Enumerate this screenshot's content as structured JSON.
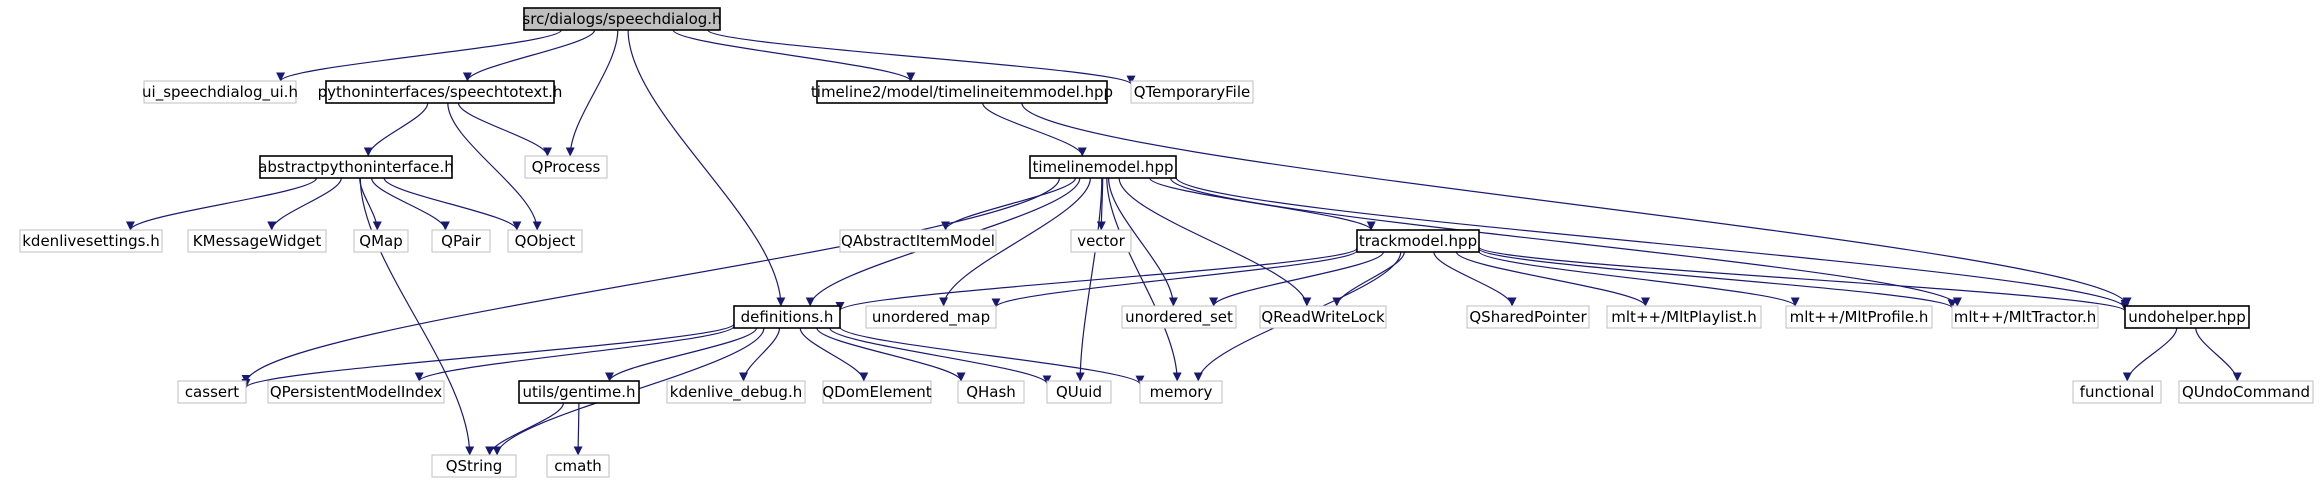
{
  "graph": {
    "colors": {
      "edge": "#191970",
      "root_fill": "#bfbfbf",
      "node_border": "#000000",
      "external_border": "#bfbfbf",
      "text": "#000000",
      "background": "#ffffff"
    },
    "nodes": [
      {
        "id": "speechdialog",
        "label": "src/dialogs/speechdialog.h",
        "kind": "root"
      },
      {
        "id": "ui_speechdialog",
        "label": "ui_speechdialog_ui.h",
        "kind": "external"
      },
      {
        "id": "speechtotext",
        "label": "pythoninterfaces/speechtotext.h",
        "kind": "internal"
      },
      {
        "id": "timelineitemmodel",
        "label": "timeline2/model/timelineitemmodel.hpp",
        "kind": "internal"
      },
      {
        "id": "qtemporaryfile",
        "label": "QTemporaryFile",
        "kind": "external"
      },
      {
        "id": "abstractpython",
        "label": "abstractpythoninterface.h",
        "kind": "internal"
      },
      {
        "id": "qprocess",
        "label": "QProcess",
        "kind": "external"
      },
      {
        "id": "timelinemodel",
        "label": "timelinemodel.hpp",
        "kind": "internal"
      },
      {
        "id": "kdenlivesettings",
        "label": "kdenlivesettings.h",
        "kind": "external"
      },
      {
        "id": "kmessagewidget",
        "label": "KMessageWidget",
        "kind": "external"
      },
      {
        "id": "qmap",
        "label": "QMap",
        "kind": "external"
      },
      {
        "id": "qpair",
        "label": "QPair",
        "kind": "external"
      },
      {
        "id": "qobject",
        "label": "QObject",
        "kind": "external"
      },
      {
        "id": "qabstractitemmodel",
        "label": "QAbstractItemModel",
        "kind": "external"
      },
      {
        "id": "vector",
        "label": "vector",
        "kind": "external"
      },
      {
        "id": "trackmodel",
        "label": "trackmodel.hpp",
        "kind": "internal"
      },
      {
        "id": "definitions",
        "label": "definitions.h",
        "kind": "internal"
      },
      {
        "id": "unordered_map",
        "label": "unordered_map",
        "kind": "external"
      },
      {
        "id": "unordered_set",
        "label": "unordered_set",
        "kind": "external"
      },
      {
        "id": "qreadwritelock",
        "label": "QReadWriteLock",
        "kind": "external"
      },
      {
        "id": "qsharedpointer",
        "label": "QSharedPointer",
        "kind": "external"
      },
      {
        "id": "mltplaylist",
        "label": "mlt++/MltPlaylist.h",
        "kind": "external"
      },
      {
        "id": "mltprofile",
        "label": "mlt++/MltProfile.h",
        "kind": "external"
      },
      {
        "id": "mlttractor",
        "label": "mlt++/MltTractor.h",
        "kind": "external"
      },
      {
        "id": "undohelper",
        "label": "undohelper.hpp",
        "kind": "internal"
      },
      {
        "id": "cassert",
        "label": "cassert",
        "kind": "external"
      },
      {
        "id": "qpersistentmodelindex",
        "label": "QPersistentModelIndex",
        "kind": "external"
      },
      {
        "id": "gentime",
        "label": "utils/gentime.h",
        "kind": "internal"
      },
      {
        "id": "kdenlive_debug",
        "label": "kdenlive_debug.h",
        "kind": "external"
      },
      {
        "id": "qdomelement",
        "label": "QDomElement",
        "kind": "external"
      },
      {
        "id": "qhash",
        "label": "QHash",
        "kind": "external"
      },
      {
        "id": "quuid",
        "label": "QUuid",
        "kind": "external"
      },
      {
        "id": "memory",
        "label": "memory",
        "kind": "external"
      },
      {
        "id": "functional",
        "label": "functional",
        "kind": "external"
      },
      {
        "id": "qundocommand",
        "label": "QUndoCommand",
        "kind": "external"
      },
      {
        "id": "qstring",
        "label": "QString",
        "kind": "external"
      },
      {
        "id": "cmath",
        "label": "cmath",
        "kind": "external"
      }
    ],
    "edges": [
      [
        "speechdialog",
        "ui_speechdialog"
      ],
      [
        "speechdialog",
        "speechtotext"
      ],
      [
        "speechdialog",
        "qprocess"
      ],
      [
        "speechdialog",
        "definitions"
      ],
      [
        "speechdialog",
        "timelineitemmodel"
      ],
      [
        "speechdialog",
        "qtemporaryfile"
      ],
      [
        "speechtotext",
        "abstractpython"
      ],
      [
        "speechtotext",
        "qprocess"
      ],
      [
        "speechtotext",
        "qobject"
      ],
      [
        "abstractpython",
        "kdenlivesettings"
      ],
      [
        "abstractpython",
        "kmessagewidget"
      ],
      [
        "abstractpython",
        "qmap"
      ],
      [
        "abstractpython",
        "qpair"
      ],
      [
        "abstractpython",
        "qobject"
      ],
      [
        "abstractpython",
        "qstring"
      ],
      [
        "timelineitemmodel",
        "timelinemodel"
      ],
      [
        "timelineitemmodel",
        "undohelper"
      ],
      [
        "timelinemodel",
        "definitions"
      ],
      [
        "timelinemodel",
        "cassert"
      ],
      [
        "timelinemodel",
        "unordered_map"
      ],
      [
        "timelinemodel",
        "qabstractitemmodel"
      ],
      [
        "timelinemodel",
        "vector"
      ],
      [
        "timelinemodel",
        "quuid"
      ],
      [
        "timelinemodel",
        "memory"
      ],
      [
        "timelinemodel",
        "unordered_set"
      ],
      [
        "timelinemodel",
        "qreadwritelock"
      ],
      [
        "timelinemodel",
        "trackmodel"
      ],
      [
        "timelinemodel",
        "mlttractor"
      ],
      [
        "timelinemodel",
        "undohelper"
      ],
      [
        "trackmodel",
        "definitions"
      ],
      [
        "trackmodel",
        "unordered_map"
      ],
      [
        "trackmodel",
        "unordered_set"
      ],
      [
        "trackmodel",
        "qreadwritelock"
      ],
      [
        "trackmodel",
        "memory"
      ],
      [
        "trackmodel",
        "qsharedpointer"
      ],
      [
        "trackmodel",
        "mltplaylist"
      ],
      [
        "trackmodel",
        "mltprofile"
      ],
      [
        "trackmodel",
        "mlttractor"
      ],
      [
        "trackmodel",
        "undohelper"
      ],
      [
        "definitions",
        "cassert"
      ],
      [
        "definitions",
        "qpersistentmodelindex"
      ],
      [
        "definitions",
        "qstring"
      ],
      [
        "definitions",
        "gentime"
      ],
      [
        "definitions",
        "kdenlive_debug"
      ],
      [
        "definitions",
        "qdomelement"
      ],
      [
        "definitions",
        "qhash"
      ],
      [
        "definitions",
        "quuid"
      ],
      [
        "definitions",
        "memory"
      ],
      [
        "gentime",
        "qstring"
      ],
      [
        "gentime",
        "cmath"
      ],
      [
        "undohelper",
        "functional"
      ],
      [
        "undohelper",
        "qundocommand"
      ]
    ]
  }
}
